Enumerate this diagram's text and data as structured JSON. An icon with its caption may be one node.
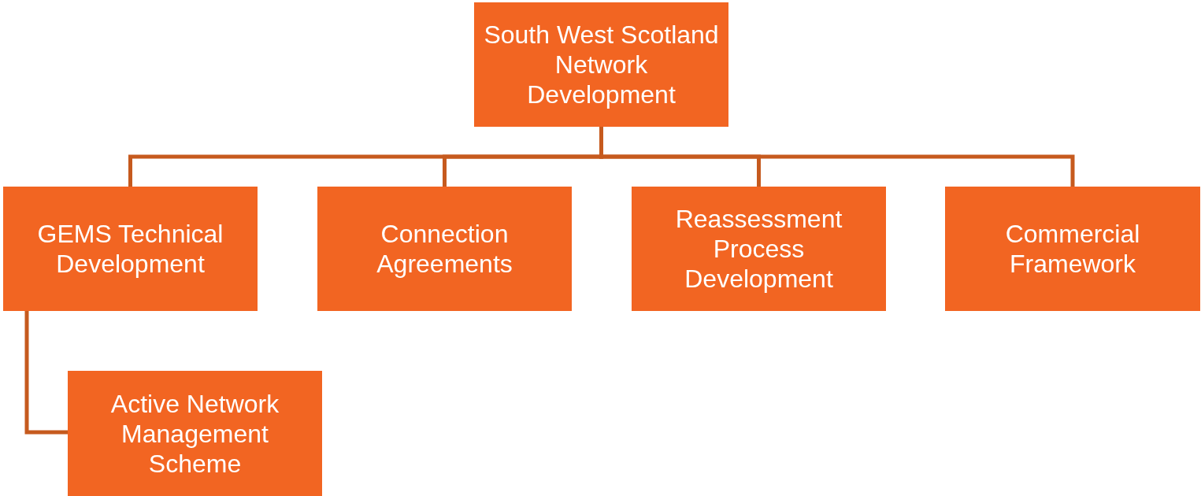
{
  "diagram": {
    "nodes": [
      {
        "text": [
          "South West Scotland Network Development"
        ]
      },
      {
        "text": [
          "GEMS Technical Development"
        ]
      },
      {
        "text": [
          "Connection Agreements"
        ]
      },
      {
        "text": [
          "Reassessment Process Development"
        ]
      },
      {
        "text": [
          "Commercial Framework"
        ]
      },
      {
        "text": [
          "Active Network Management Scheme"
        ]
      }
    ],
    "edges": [
      {
        "from": 0,
        "to": 1,
        "arrow": "none"
      },
      {
        "from": 0,
        "to": 2,
        "arrow": "none"
      },
      {
        "from": 0,
        "to": 3,
        "arrow": "none"
      },
      {
        "from": 0,
        "to": 4,
        "arrow": "none"
      },
      {
        "from": 1,
        "to": 5,
        "arrow": "none"
      }
    ]
  }
}
